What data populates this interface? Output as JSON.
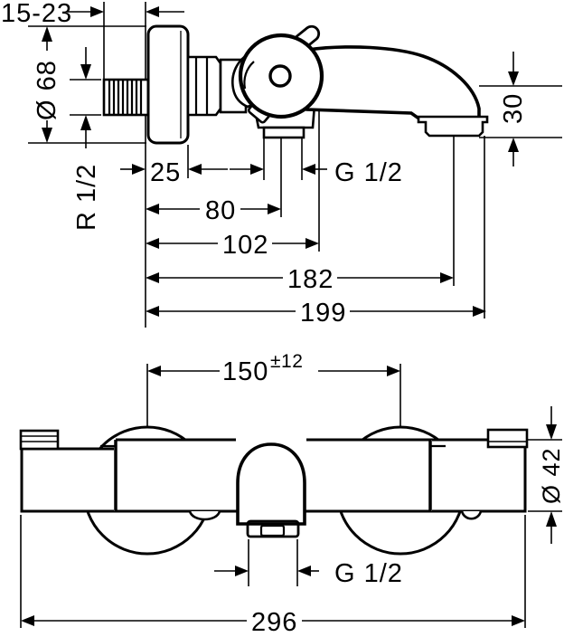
{
  "drawing": {
    "type": "technical-dimension-drawing",
    "colors": {
      "ink": "#000000",
      "paper": "#ffffff"
    },
    "side_view": {
      "wall_depth_range": "15-23",
      "escutcheon_diameter": "Ø 68",
      "inlet_thread": "R 1/2",
      "escutcheon_depth": "25",
      "shower_outlet_offset": "80",
      "body_depth": "102",
      "spout_outlet_offset": "182",
      "spout_projection": "199",
      "spout_outlet_height": "30",
      "shower_outlet_thread": "G 1/2"
    },
    "front_view": {
      "connection_spacing": "150",
      "connection_tolerance": "±12",
      "body_diameter": "Ø 42",
      "outlet_thread": "G 1/2",
      "overall_width": "296"
    }
  }
}
